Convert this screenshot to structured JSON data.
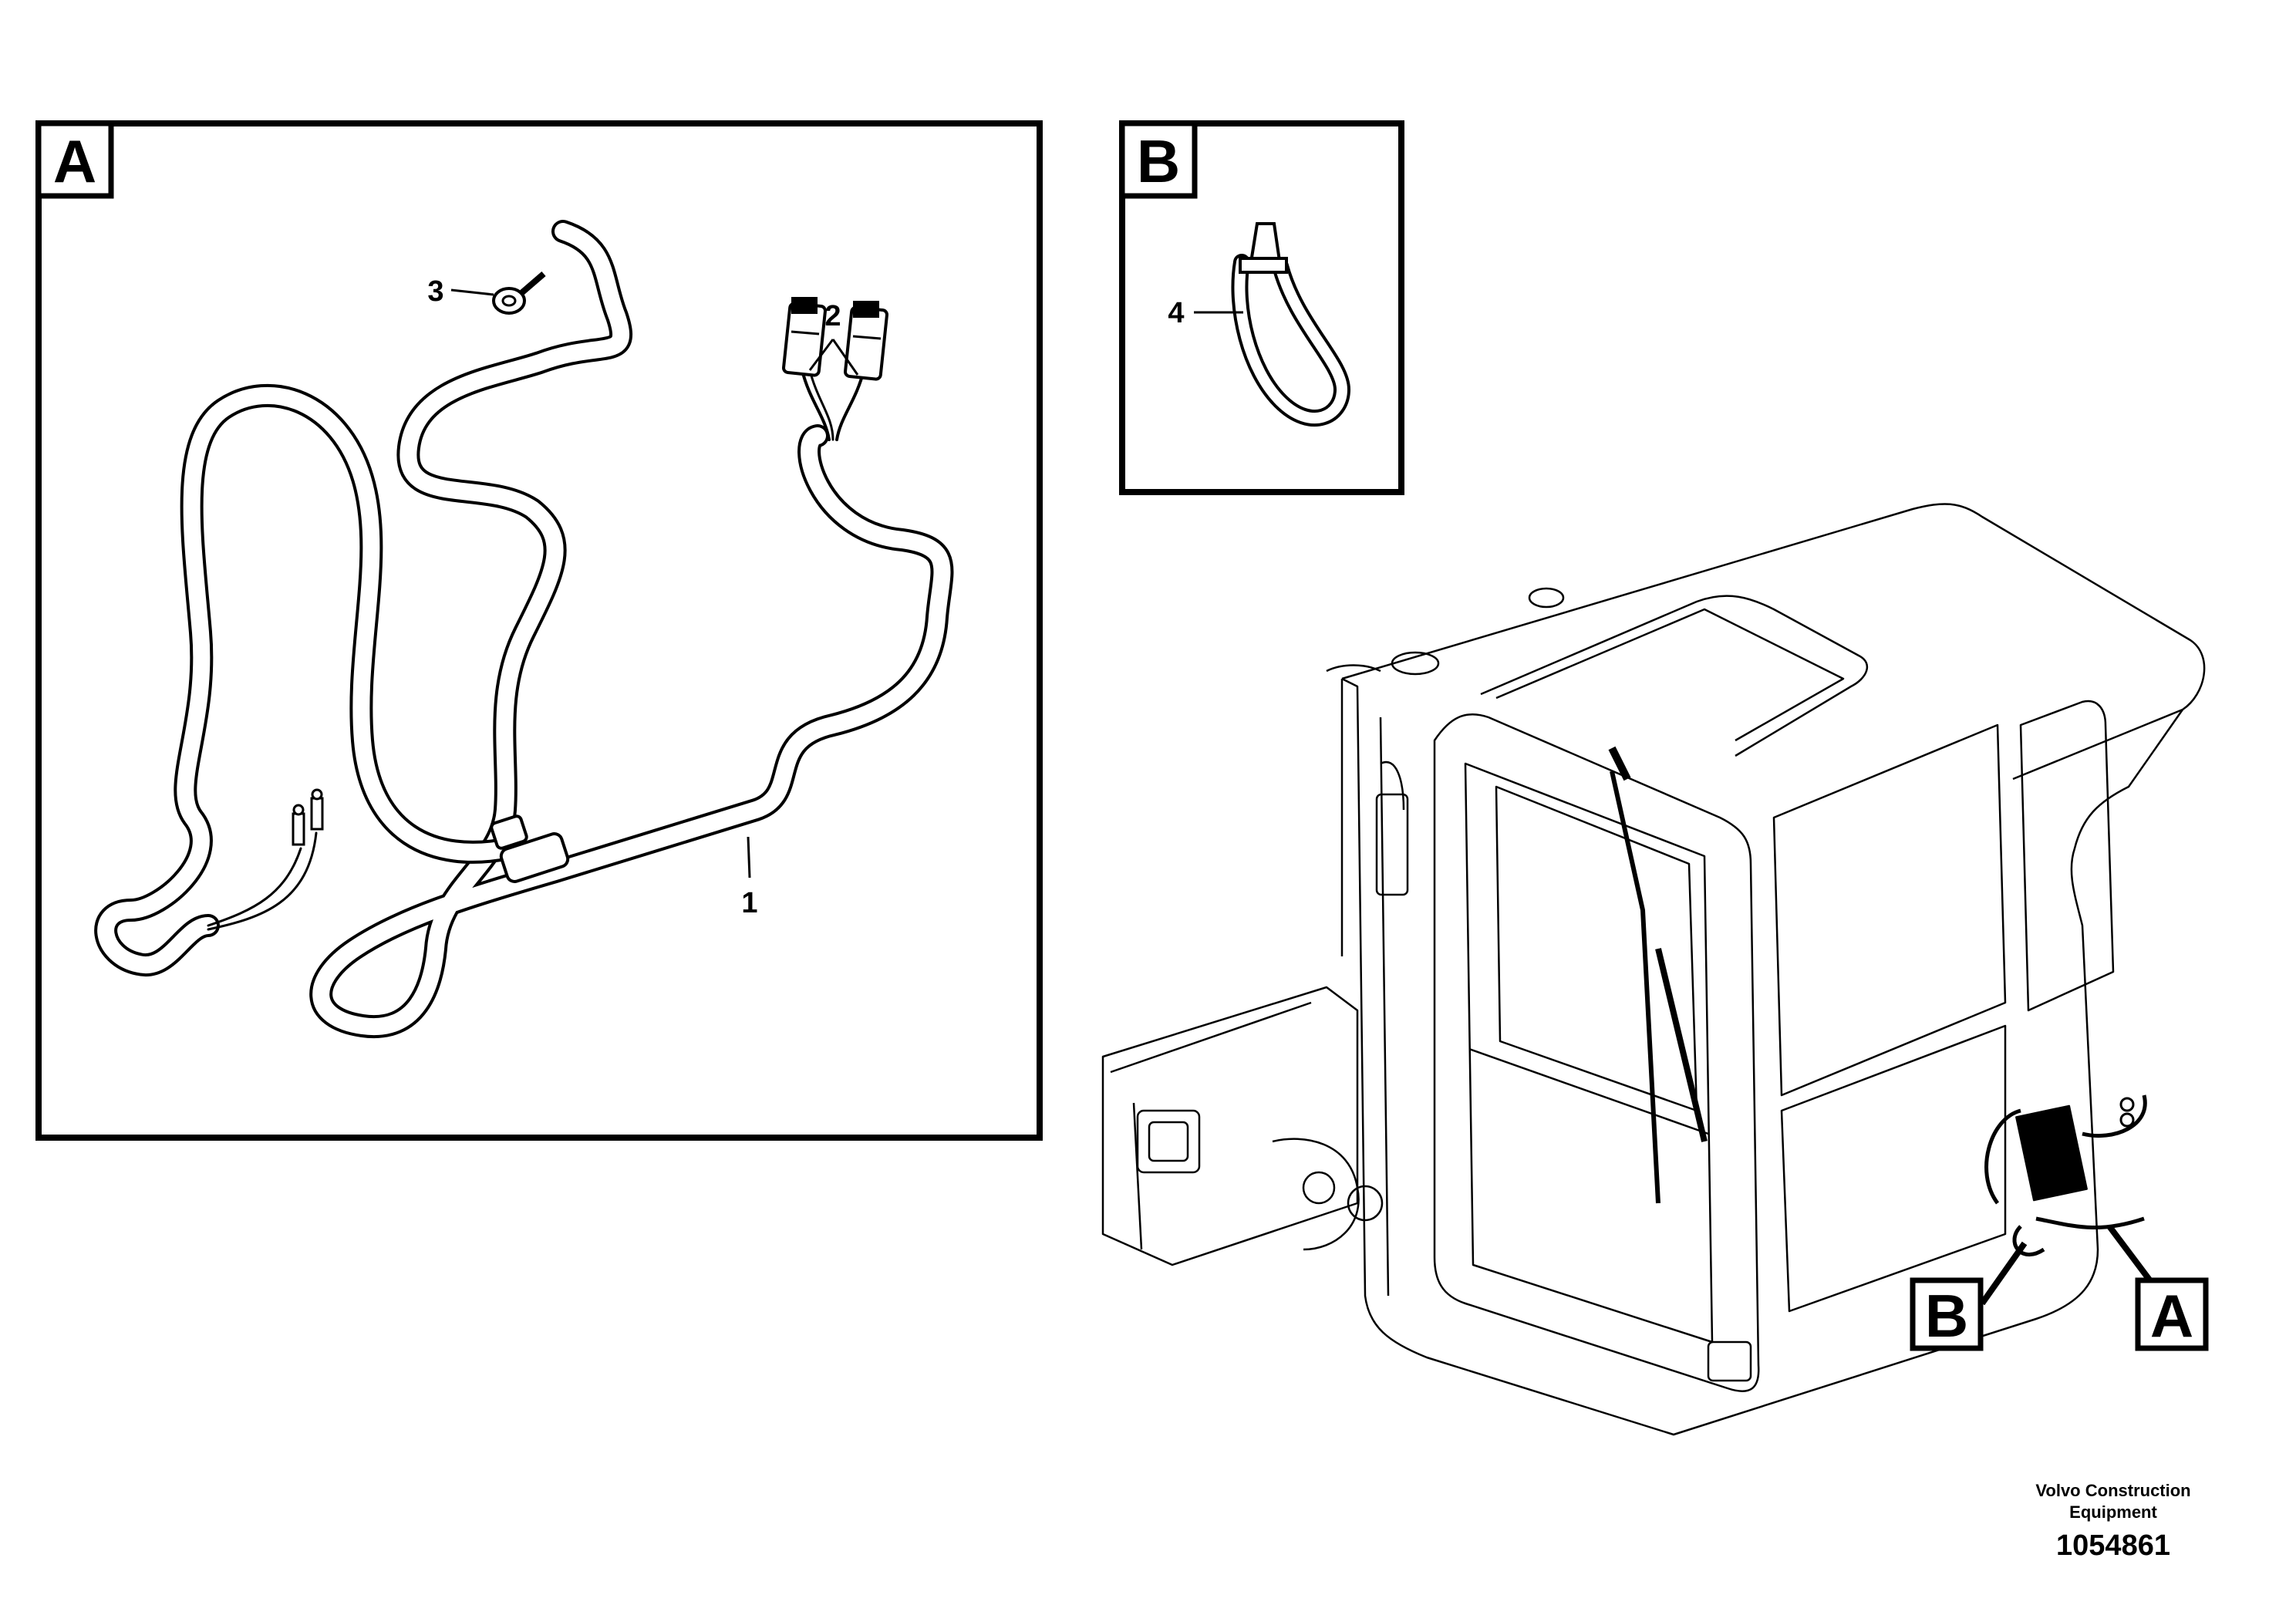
{
  "panels": {
    "detail_a": {
      "letter": "A"
    },
    "detail_b": {
      "letter": "B"
    }
  },
  "callouts": {
    "harness": "1",
    "connectors": "2",
    "ring_terminal": "3",
    "cable_tie": "4"
  },
  "cab_tags": {
    "b": "B",
    "a": "A"
  },
  "footer": {
    "brand_line1": "Volvo Construction",
    "brand_line2": "Equipment",
    "drawing_number": "1054861"
  }
}
